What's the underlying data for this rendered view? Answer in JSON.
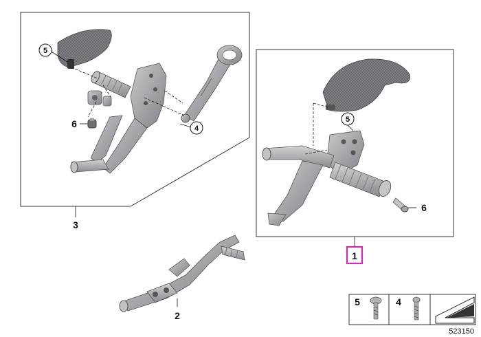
{
  "callouts": {
    "c1": "1",
    "c2": "2",
    "c3": "3",
    "c4": "4",
    "c5a": "5",
    "c5b": "5",
    "c6a": "6",
    "c6b": "6"
  },
  "legend": {
    "screw5": "5",
    "screw4": "4"
  },
  "reference_number": "523150",
  "colors": {
    "highlight": "#e61fb4",
    "metal": "#a9abad",
    "metal_dark": "#7b7d80",
    "carbon": "#6d6f72",
    "line": "#222222"
  }
}
